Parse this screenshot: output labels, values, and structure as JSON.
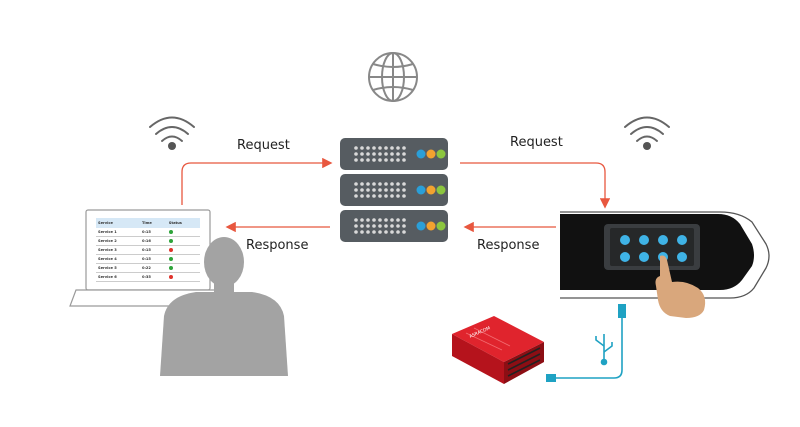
{
  "labels": {
    "request_left": "Request",
    "request_right": "Request",
    "response_left": "Response",
    "response_right": "Response"
  },
  "table": {
    "headers": [
      "Service",
      "Time",
      "Status"
    ],
    "rows": [
      {
        "service": "Service 1",
        "time": "0:15",
        "status": "green"
      },
      {
        "service": "Service 2",
        "time": "0:16",
        "status": "green"
      },
      {
        "service": "Service 3",
        "time": "0:15",
        "status": "red"
      },
      {
        "service": "Service 4",
        "time": "0:15",
        "status": "green"
      },
      {
        "service": "Service 5",
        "time": "0:22",
        "status": "green"
      },
      {
        "service": "Service 6",
        "time": "0:35",
        "status": "red"
      }
    ]
  },
  "device_label": "ASRACOM",
  "colors": {
    "arrow": "#e8573f",
    "server": "#555b60",
    "usb": "#1fa2c3",
    "device": "#d81f2a",
    "person": "#a3a3a3",
    "status_green": "#2ea43a",
    "status_red": "#e0322b"
  },
  "icons": [
    "globe-icon",
    "wifi-icon",
    "server-icon",
    "usb-icon",
    "hand-icon",
    "laptop-icon",
    "person-icon"
  ]
}
